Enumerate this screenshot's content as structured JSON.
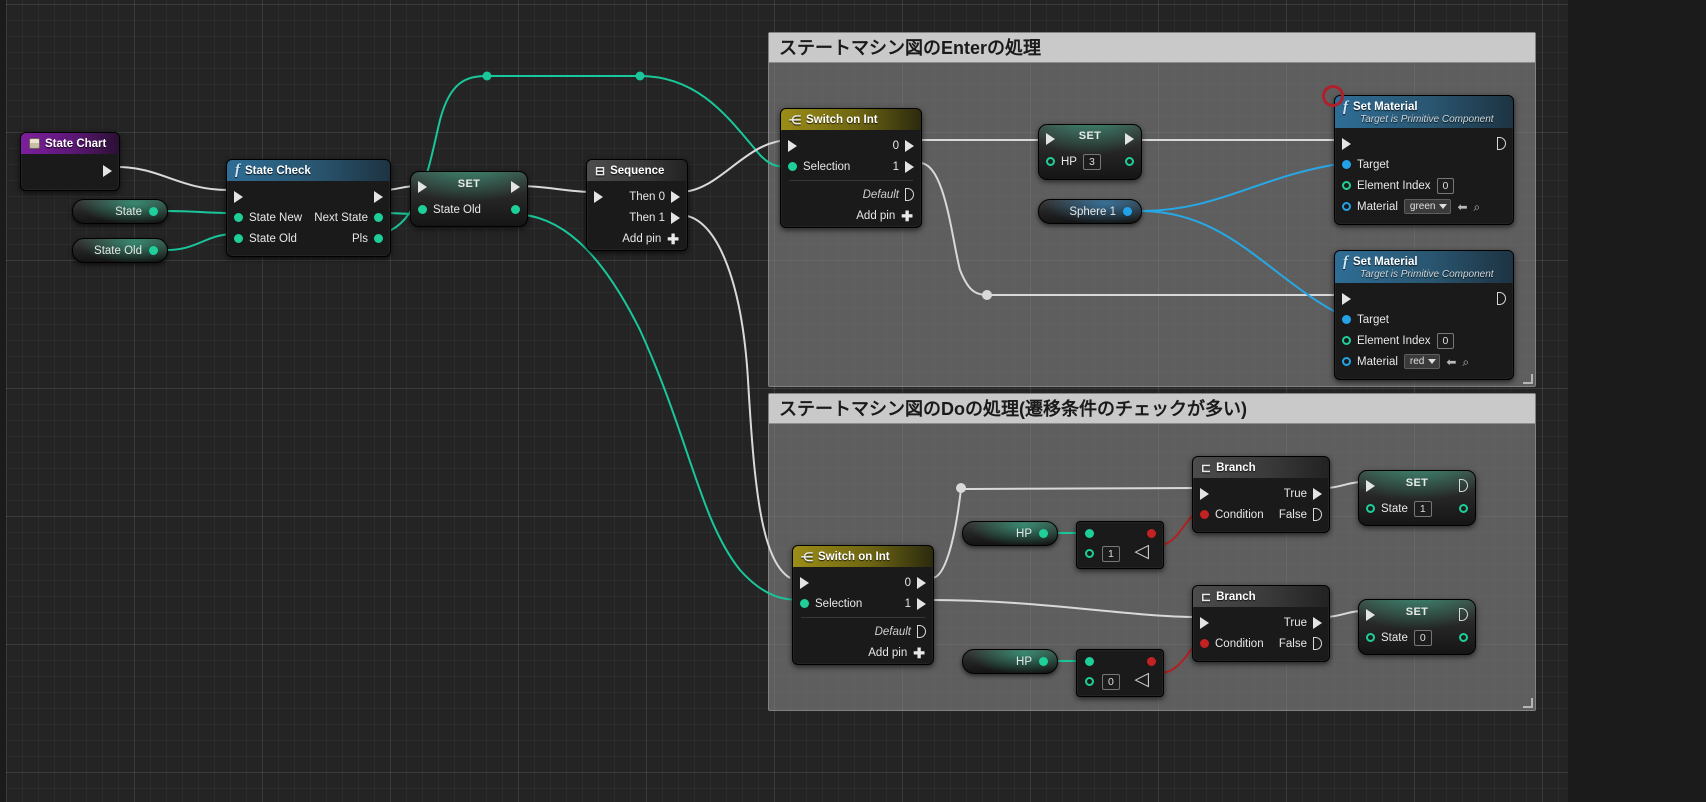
{
  "comments": [
    {
      "id": "enter",
      "title": "ステートマシン図のEnterの処理"
    },
    {
      "id": "do",
      "title": "ステートマシン図のDoの処理(遷移条件のチェックが多い)"
    }
  ],
  "nodes": {
    "state_chart": {
      "title": "State Chart",
      "icon": "event-node-icon"
    },
    "state_check": {
      "title": "State Check",
      "icon": "function-icon",
      "in_pins": [
        "State New",
        "State Old"
      ],
      "out_pins": [
        "Next State",
        "Pls"
      ]
    },
    "set_state_old": {
      "title": "SET",
      "pin": "State Old"
    },
    "sequence": {
      "title": "Sequence",
      "icon": "sequence-icon",
      "outputs": [
        "Then 0",
        "Then 1"
      ],
      "add_pin": "Add pin"
    },
    "switch_enter": {
      "title": "Switch on Int",
      "icon": "switch-icon",
      "selection": "Selection",
      "cases": [
        "0",
        "1"
      ],
      "default": "Default",
      "add_pin": "Add pin"
    },
    "switch_do": {
      "title": "Switch on Int",
      "icon": "switch-icon",
      "selection": "Selection",
      "cases": [
        "0",
        "1"
      ],
      "default": "Default",
      "add_pin": "Add pin"
    },
    "set_hp": {
      "title": "SET",
      "pin": "HP",
      "value": "3"
    },
    "sphere1": {
      "title": "Sphere 1"
    },
    "set_material_green": {
      "title": "Set Material",
      "subtitle": "Target is Primitive Component",
      "target": "Target",
      "element_index_label": "Element Index",
      "element_index": "0",
      "material_label": "Material",
      "material": "green"
    },
    "set_material_red": {
      "title": "Set Material",
      "subtitle": "Target is Primitive Component",
      "target": "Target",
      "element_index_label": "Element Index",
      "element_index": "0",
      "material_label": "Material",
      "material": "red"
    },
    "branch_top": {
      "title": "Branch",
      "icon": "branch-icon",
      "condition": "Condition",
      "true": "True",
      "false": "False"
    },
    "branch_bottom": {
      "title": "Branch",
      "icon": "branch-icon",
      "condition": "Condition",
      "true": "True",
      "false": "False"
    },
    "set_state_top": {
      "title": "SET",
      "pin": "State",
      "value": "1"
    },
    "set_state_bottom": {
      "title": "SET",
      "pin": "State",
      "value": "0"
    },
    "hp_get_top": {
      "title": "HP"
    },
    "hp_get_bottom": {
      "title": "HP"
    },
    "equal_top": {
      "value": "1",
      "op": "equal-icon"
    },
    "equal_bottom": {
      "value": "0",
      "op": "equal-icon"
    },
    "var_state": {
      "title": "State"
    },
    "var_state_old": {
      "title": "State Old"
    }
  },
  "colors": {
    "exec_wire": "#d9d9d9",
    "int_wire": "#19c79a",
    "object_wire": "#27a8e6",
    "bool_wire": "#b2201f",
    "annotation_circle": "#b01f2a",
    "comment_fill": "#838383",
    "comment_title_bar": "#c9c9c9",
    "canvas": "#242424"
  },
  "annotation": {
    "name": "red-highlight-circle"
  }
}
